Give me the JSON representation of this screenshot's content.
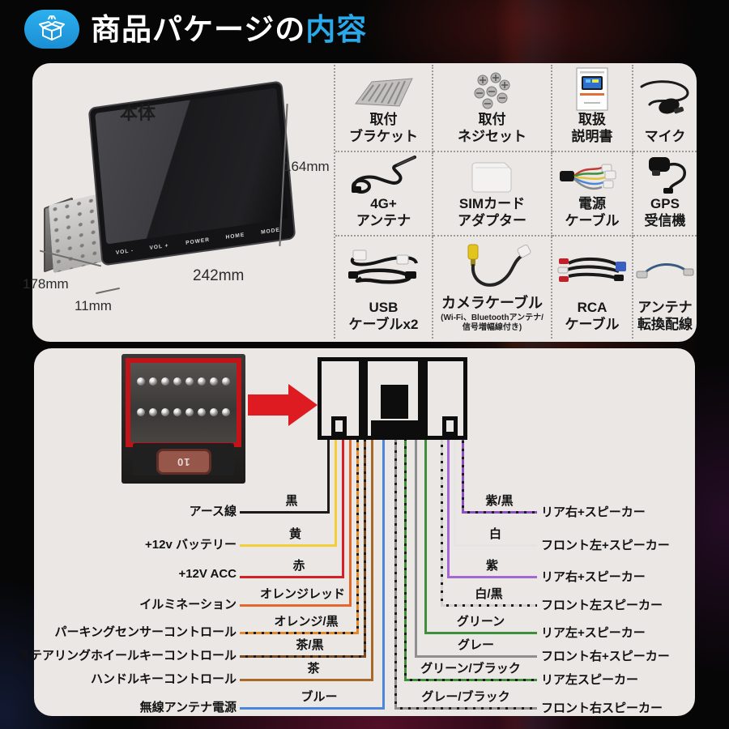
{
  "header": {
    "title_white": "商品パケージの",
    "title_accent": "内容",
    "accent_color": "#2aa9ea",
    "badge_color": "#1f9ee0",
    "badge_icon": "open-box-icon"
  },
  "unit": {
    "label": "本体",
    "dim_height": "164mm",
    "dim_width": "242mm",
    "dim_depth": "178mm",
    "dim_front": "11mm",
    "buttons": [
      "VOL -",
      "VOL +",
      "POWER",
      "HOME",
      "MODE"
    ]
  },
  "accessories": [
    {
      "name": "取付\nブラケット",
      "icon": "bracket-icon"
    },
    {
      "name": "取付\nネジセット",
      "icon": "screws-icon"
    },
    {
      "name": "取扱\n説明書",
      "icon": "manual-icon"
    },
    {
      "name": "マイク",
      "icon": "microphone-icon"
    },
    {
      "name": "4G+\nアンテナ",
      "icon": "antenna-cable-icon"
    },
    {
      "name": "SIMカード\nアダプター",
      "icon": "sim-adapter-icon"
    },
    {
      "name": "電源\nケーブル",
      "icon": "power-cable-icon"
    },
    {
      "name": "GPS\n受信機",
      "icon": "gps-receiver-icon"
    },
    {
      "name": "USB\nケーブルx2",
      "icon": "usb-cable-icon"
    },
    {
      "name": "カメラケーブル",
      "sub": "(Wi-Fi、Bluetoothアンテナ/\n信号増幅線付き)",
      "icon": "camera-cable-icon"
    },
    {
      "name": "RCA\nケーブル",
      "icon": "rca-cable-icon"
    },
    {
      "name": "アンテナ\n転換配線",
      "icon": "antenna-adapter-icon"
    }
  ],
  "wiring": {
    "fuse_label": "10",
    "left": [
      {
        "label": "アース線",
        "color_name": "黒",
        "hex": "#1a1a1a",
        "striped": false
      },
      {
        "label": "+12v バッテリー",
        "color_name": "黄",
        "hex": "#f2cf3a",
        "striped": false
      },
      {
        "label": "+12V ACC",
        "color_name": "赤",
        "hex": "#d42027",
        "striped": false
      },
      {
        "label": "イルミネーション",
        "color_name": "オレンジレッド",
        "hex": "#e2692e",
        "striped": false
      },
      {
        "label": "パーキングセンサーコントロール",
        "color_name": "オレンジ/黒",
        "hex": "#e08a2c",
        "striped": true
      },
      {
        "label": "ステアリングホイールキーコントロール",
        "color_name": "茶/黒",
        "hex": "#7a4a20",
        "striped": true
      },
      {
        "label": "ハンドルキーコントロール",
        "color_name": "茶",
        "hex": "#a8682a",
        "striped": false
      },
      {
        "label": "無線アンテナ電源",
        "color_name": "ブルー",
        "hex": "#4a87da",
        "striped": false
      }
    ],
    "right": [
      {
        "label": "リア右+スピーカー",
        "color_name": "紫/黒",
        "hex": "#8c4fc0",
        "striped": true
      },
      {
        "label": "フロント左+スピーカー",
        "color_name": "白",
        "hex": "#e6e4e2",
        "striped": false
      },
      {
        "label": "リア右+スピーカー",
        "color_name": "紫",
        "hex": "#a566d6",
        "striped": false
      },
      {
        "label": "フロント左スピーカー",
        "color_name": "白/黒",
        "hex": "#d4d2d0",
        "striped": true
      },
      {
        "label": "リア左+スピーカー",
        "color_name": "グリーン",
        "hex": "#3f8f3a",
        "striped": false
      },
      {
        "label": "フロント右+スピーカー",
        "color_name": "グレー",
        "hex": "#8f8f8f",
        "striped": false
      },
      {
        "label": "リア左スピーカー",
        "color_name": "グリーン/ブラック",
        "hex": "#3f8f3a",
        "striped": true
      },
      {
        "label": "フロント右スピーカー",
        "color_name": "グレー/ブラック",
        "hex": "#8f8f8f",
        "striped": true
      }
    ]
  }
}
